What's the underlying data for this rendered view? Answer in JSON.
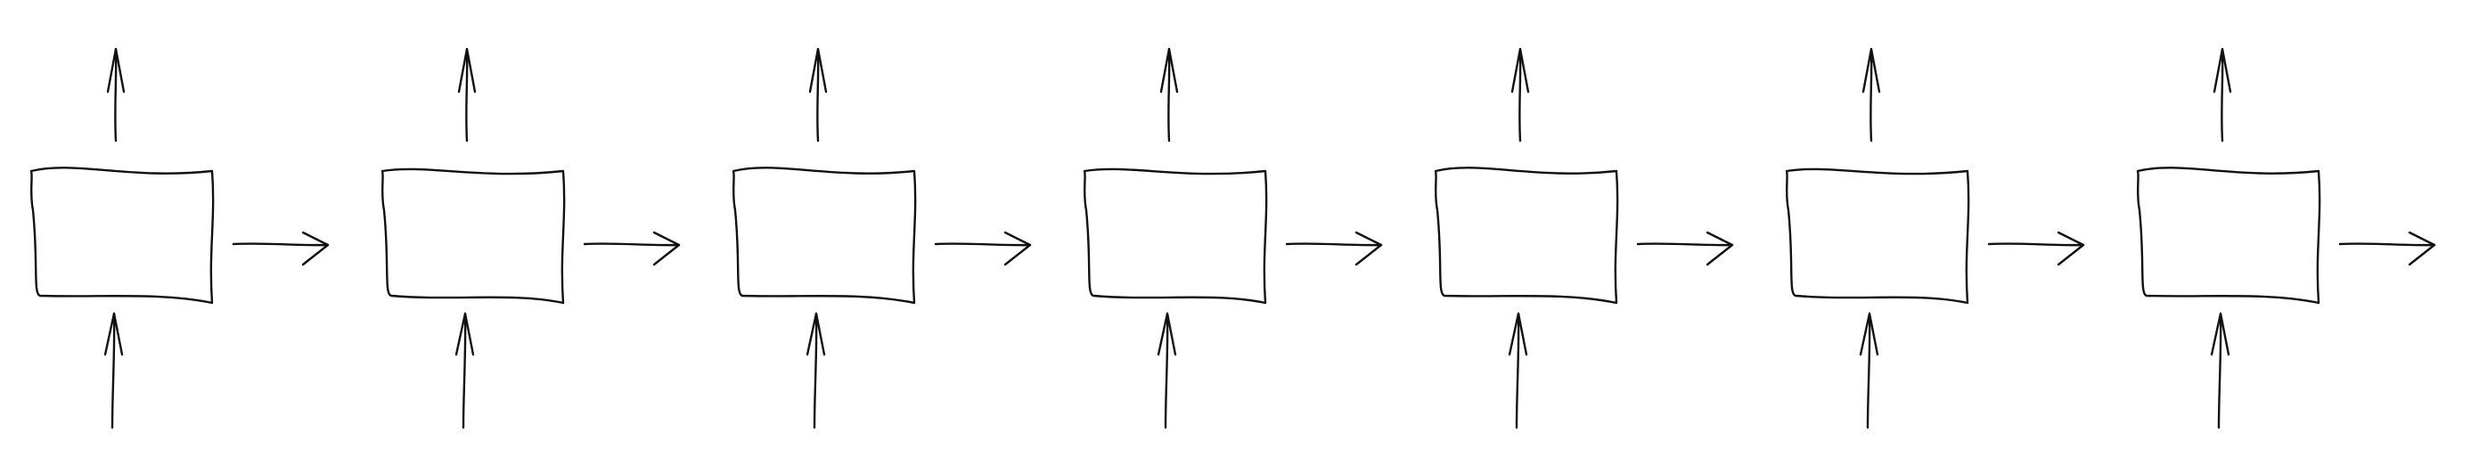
{
  "diagram": {
    "type": "recurrent-chain",
    "cell_count": 7,
    "cells": [
      {
        "index": 1,
        "has_input_arrow": true,
        "has_output_arrow": true,
        "has_next_arrow": true
      },
      {
        "index": 2,
        "has_input_arrow": true,
        "has_output_arrow": true,
        "has_next_arrow": true
      },
      {
        "index": 3,
        "has_input_arrow": true,
        "has_output_arrow": true,
        "has_next_arrow": true
      },
      {
        "index": 4,
        "has_input_arrow": true,
        "has_output_arrow": true,
        "has_next_arrow": true
      },
      {
        "index": 5,
        "has_input_arrow": true,
        "has_output_arrow": true,
        "has_next_arrow": true
      },
      {
        "index": 6,
        "has_input_arrow": true,
        "has_output_arrow": true,
        "has_next_arrow": true
      },
      {
        "index": 7,
        "has_input_arrow": true,
        "has_output_arrow": true,
        "has_next_arrow": true
      }
    ],
    "style": "hand-drawn",
    "colors": {
      "stroke": "#111111",
      "background": "#ffffff"
    },
    "labels": []
  }
}
